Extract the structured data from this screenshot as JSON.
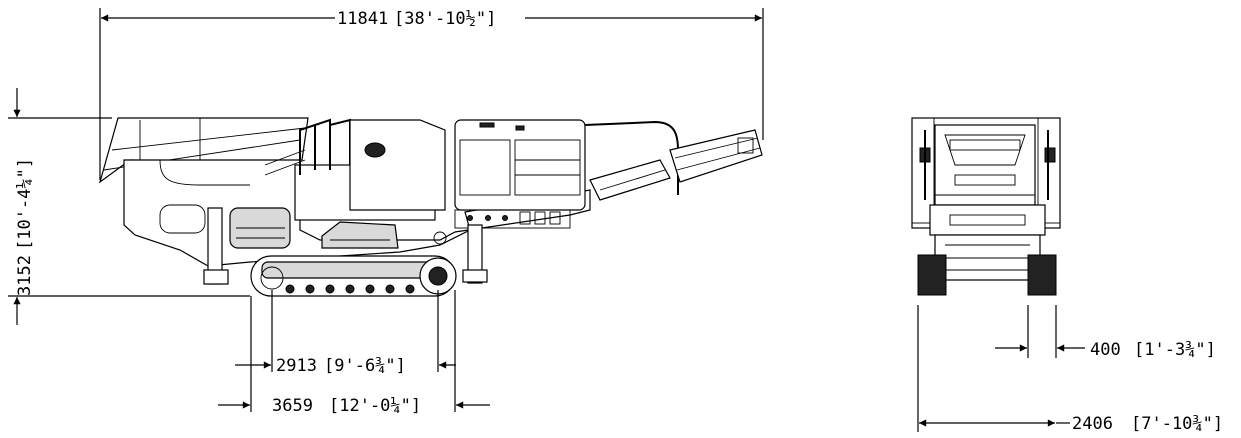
{
  "dimensions": {
    "overall_length": {
      "mm": "11841",
      "imperial": "[38'-10½\"]"
    },
    "height": {
      "mm": "3152",
      "imperial": "[10'-4¼\"]"
    },
    "track_inner_length": {
      "mm": "2913",
      "imperial": "[9'-6¾\"]"
    },
    "track_outer_length": {
      "mm": "3659",
      "imperial": "[12'-0¼\"]"
    },
    "track_width": {
      "mm": "400",
      "imperial": "[1'-3¾\"]"
    },
    "overall_width": {
      "mm": "2406",
      "imperial": "[7'-10¾\"]"
    }
  }
}
